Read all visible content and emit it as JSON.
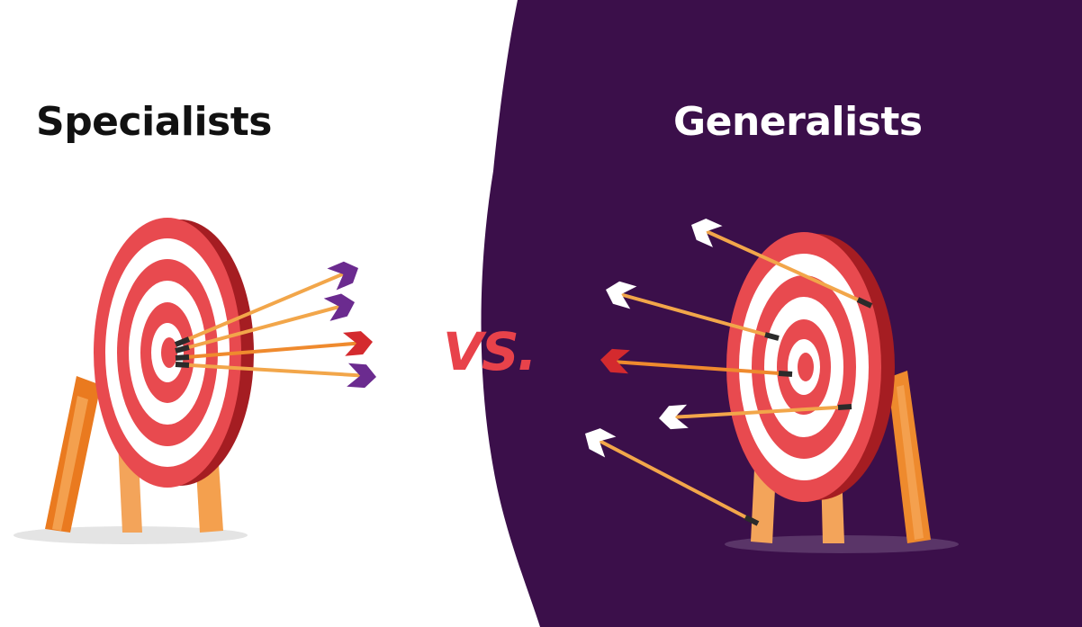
{
  "headings": {
    "left": "Specialists",
    "right": "Generalists",
    "versus": "VS."
  },
  "colors": {
    "background_left": "#ffffff",
    "background_right": "#3b0f4a",
    "target_red": "#e84a4f",
    "target_dark_red": "#a51d22",
    "target_white": "#ffffff",
    "stand_orange": "#ee8a2d",
    "arrow_shaft": "#f2a64a",
    "fletching_purple": "#6b2b8f",
    "fletching_red": "#d42a2e",
    "fletching_white": "#ffffff",
    "versus_red": "#e8424a"
  },
  "illustrations": {
    "left_target": "archery-target-icon",
    "right_target": "archery-target-icon",
    "left_arrows_count": 4,
    "right_arrows_count": 5
  }
}
